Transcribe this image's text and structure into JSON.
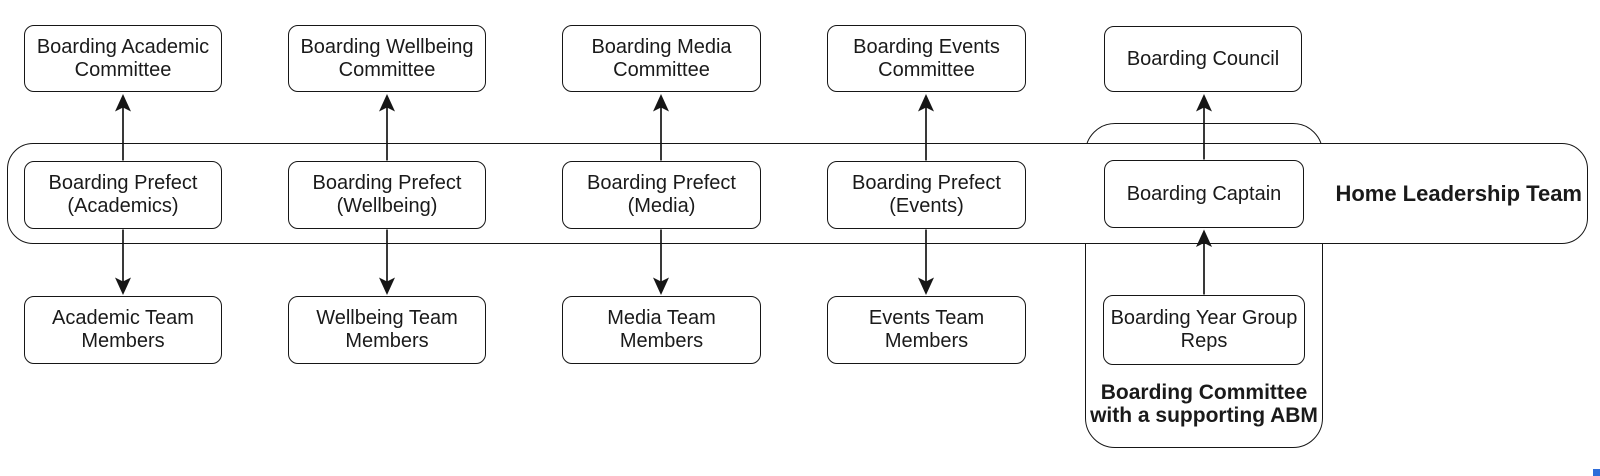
{
  "palette": {
    "stroke": "#161616",
    "text": "#1a1a1a",
    "background": "#ffffff",
    "corner_handle_blue": "#2e6dd9"
  },
  "containers": {
    "home_leadership_team": {
      "label": "Home Leadership Team"
    },
    "boarding_committee": {
      "label_line1": "Boarding Committee",
      "label_line2": "with a supporting ABM"
    }
  },
  "nodes": {
    "academic_committee": {
      "label": "Boarding Academic Committee"
    },
    "wellbeing_committee": {
      "label": "Boarding Wellbeing Committee"
    },
    "media_committee": {
      "label": "Boarding Media Committee"
    },
    "events_committee": {
      "label": "Boarding Events Committee"
    },
    "boarding_council": {
      "label": "Boarding Council"
    },
    "prefect_academics": {
      "label": "Boarding Prefect (Academics)"
    },
    "prefect_wellbeing": {
      "label": "Boarding Prefect (Wellbeing)"
    },
    "prefect_media": {
      "label": "Boarding Prefect (Media)"
    },
    "prefect_events": {
      "label": "Boarding Prefect (Events)"
    },
    "boarding_captain": {
      "label": "Boarding Captain"
    },
    "academic_team": {
      "label": "Academic Team Members"
    },
    "wellbeing_team": {
      "label": "Wellbeing Team Members"
    },
    "media_team": {
      "label": "Media Team Members"
    },
    "events_team": {
      "label": "Events Team Members"
    },
    "year_group_reps": {
      "label": "Boarding Year Group Reps"
    }
  }
}
